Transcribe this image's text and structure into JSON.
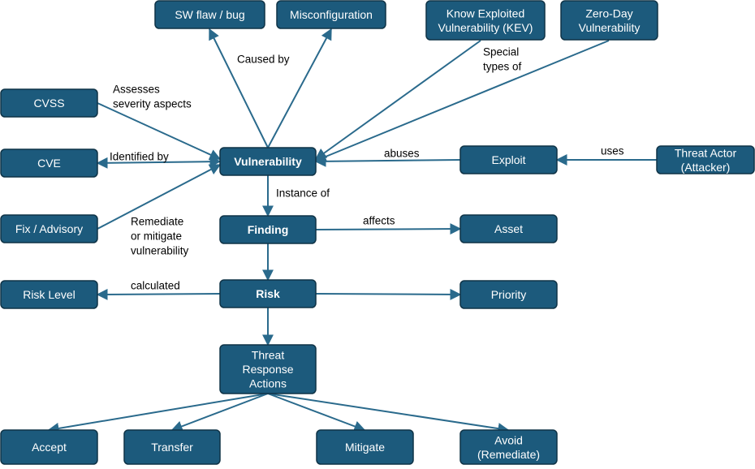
{
  "colors": {
    "node_fill": "#1c5a7c",
    "node_text": "#ffffff",
    "edge": "#2a6a8c",
    "label_text": "#000000"
  },
  "nodes": {
    "sw_flaw": {
      "lines": [
        "SW flaw / bug"
      ],
      "bold": false
    },
    "misconfiguration": {
      "lines": [
        "Misconfiguration"
      ],
      "bold": false
    },
    "kev": {
      "lines": [
        "Know Exploited",
        "Vulnerability (KEV)"
      ],
      "bold": false
    },
    "zero_day": {
      "lines": [
        "Zero-Day",
        "Vulnerability"
      ],
      "bold": false
    },
    "cvss": {
      "lines": [
        "CVSS"
      ],
      "bold": false
    },
    "cve": {
      "lines": [
        "CVE"
      ],
      "bold": false
    },
    "fix_advisory": {
      "lines": [
        "Fix / Advisory"
      ],
      "bold": false
    },
    "vulnerability": {
      "lines": [
        "Vulnerability"
      ],
      "bold": true
    },
    "exploit": {
      "lines": [
        "Exploit"
      ],
      "bold": false
    },
    "threat_actor": {
      "lines": [
        "Threat Actor",
        "(Attacker)"
      ],
      "bold": false
    },
    "finding": {
      "lines": [
        "Finding"
      ],
      "bold": true
    },
    "asset": {
      "lines": [
        "Asset"
      ],
      "bold": false
    },
    "risk_level": {
      "lines": [
        "Risk Level"
      ],
      "bold": false
    },
    "risk": {
      "lines": [
        "Risk"
      ],
      "bold": true
    },
    "priority": {
      "lines": [
        "Priority"
      ],
      "bold": false
    },
    "threat_response": {
      "lines": [
        "Threat",
        "Response",
        "Actions"
      ],
      "bold": false
    },
    "accept": {
      "lines": [
        "Accept"
      ],
      "bold": false
    },
    "transfer": {
      "lines": [
        "Transfer"
      ],
      "bold": false
    },
    "mitigate": {
      "lines": [
        "Mitigate"
      ],
      "bold": false
    },
    "avoid": {
      "lines": [
        "Avoid",
        "(Remediate)"
      ],
      "bold": false
    }
  },
  "edge_labels": {
    "caused_by": [
      "Caused by"
    ],
    "special_types_of": [
      "Special",
      "types of"
    ],
    "assesses": [
      "Assesses",
      "severity aspects"
    ],
    "identified_by": [
      "Identified by"
    ],
    "abuses": [
      "abuses"
    ],
    "uses": [
      "uses"
    ],
    "instance_of": [
      "Instance of"
    ],
    "remediate": [
      "Remediate",
      "or mitigate",
      "vulnerability"
    ],
    "affects": [
      "affects"
    ],
    "calculated": [
      "calculated"
    ]
  }
}
